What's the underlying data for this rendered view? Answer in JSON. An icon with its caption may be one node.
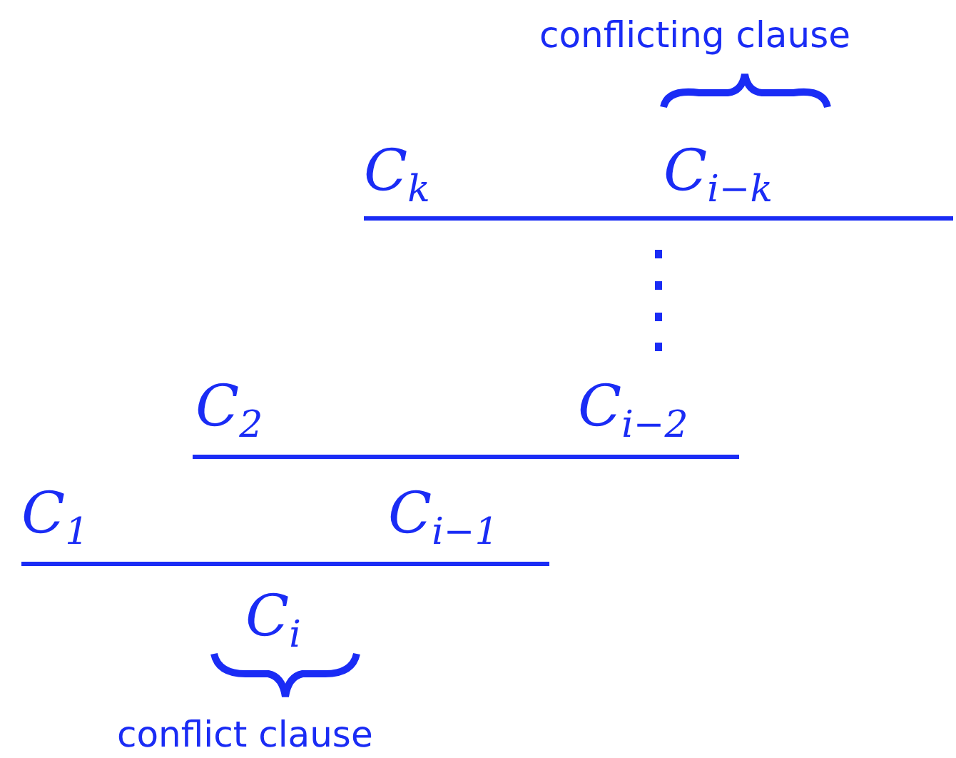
{
  "diagram": {
    "labels": [
      "conflicting clause",
      "C$_{k}$",
      "C$_{i−k}$",
      "C$_{2}$",
      "C$_{i−2}$",
      "C$_{1}$",
      "C$_{i−1}$",
      "C$_{i}$",
      "conflict clause"
    ]
  }
}
